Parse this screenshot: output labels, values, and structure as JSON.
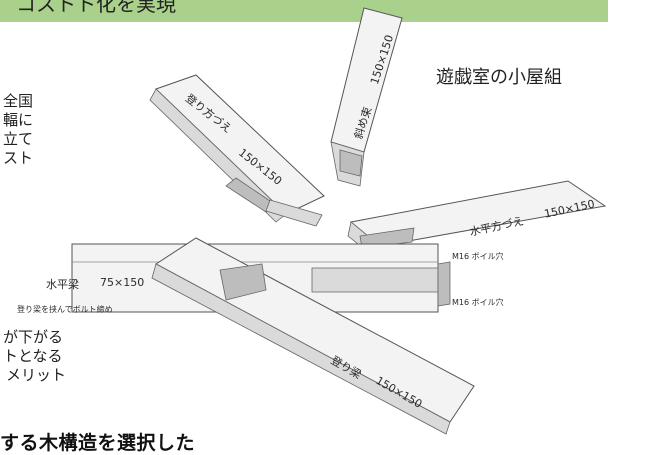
{
  "header": {
    "banner_text": "コストト化を実現"
  },
  "diagram": {
    "title": "遊戯室の小屋組",
    "labels": {
      "nobori_kata_zue": "登り方づえ",
      "nobori_kata_zue_size": "150×150",
      "naname_zuka": "斜め束",
      "naname_zuka_size": "150×150",
      "suihei_kata_zue": "水平方づえ",
      "suihei_kata_zue_size": "150×150",
      "m16_hole_1": "M16 ボイル穴",
      "m16_hole_2": "M16 ボイル穴",
      "suihei_hari": "水平梁",
      "suihei_hari_size": "75×150",
      "bolt_note": "登り梁を挟んでボルト締め",
      "nobori_hari": "登り梁",
      "nobori_hari_size": "150×150"
    }
  },
  "left_text": {
    "line1": "全国",
    "line2": "輻に",
    "line3": "立て",
    "line4": "スト",
    "line5": "が下がる",
    "line6": "トとなる",
    "line7": "メリット"
  },
  "bottom": {
    "text": "する木構造を選択した"
  },
  "colors": {
    "banner": "#a9d18b"
  }
}
